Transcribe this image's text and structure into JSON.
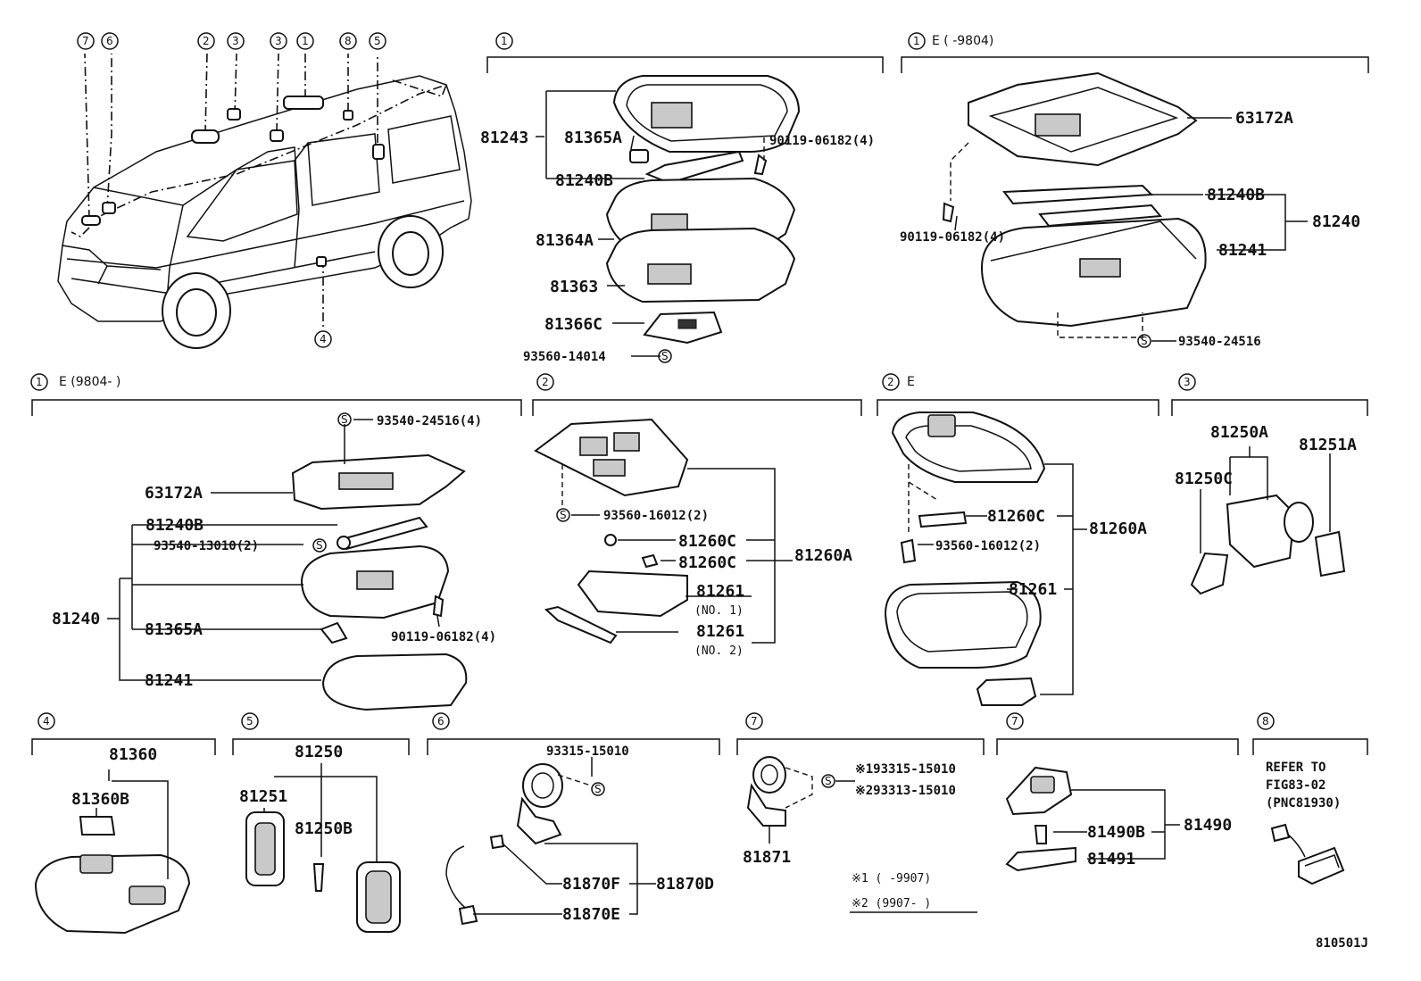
{
  "sections": {
    "s_top_mid": {
      "num": "1",
      "label": ""
    },
    "s_top_right": {
      "num": "1",
      "label": "E (     -9804)"
    },
    "s_mid_1": {
      "num": "1",
      "label": "E (9804-     )"
    },
    "s_mid_2": {
      "num": "2",
      "label": ""
    },
    "s_mid_3": {
      "num": "2",
      "label": "E"
    },
    "s_mid_4": {
      "num": "3",
      "label": ""
    },
    "s_bot_1": {
      "num": "4",
      "label": ""
    },
    "s_bot_2": {
      "num": "5",
      "label": ""
    },
    "s_bot_3": {
      "num": "6",
      "label": ""
    },
    "s_bot_4": {
      "num": "7",
      "label": ""
    },
    "s_bot_5": {
      "num": "7",
      "label": ""
    },
    "s_bot_6": {
      "num": "8",
      "label": ""
    }
  },
  "van_callouts": [
    "7",
    "6",
    "2",
    "3",
    "3",
    "1",
    "8",
    "5",
    "4"
  ],
  "screw_symbol": "S",
  "labels": {
    "p81243": "81243",
    "p81365A_a": "81365A",
    "p90119_a": "90119-06182(4)",
    "p81240B_a": "81240B",
    "p81364A": "81364A",
    "p81363": "81363",
    "p81366C": "81366C",
    "p93560_14014": "93560-14014",
    "p63172A_a": "63172A",
    "p81240B_b": "81240B",
    "p81240_a": "81240",
    "p90119_b": "90119-06182(4)",
    "p81241_a": "81241",
    "p93540_24516_a": "93540-24516",
    "p93540_24516_4": "93540-24516(4)",
    "p63172A_b": "63172A",
    "p81240B_c": "81240B",
    "p93540_13010": "93540-13010(2)",
    "p81240_b": "81240",
    "p81365A_b": "81365A",
    "p90119_c": "90119-06182(4)",
    "p81241_b": "81241",
    "p93560_16012_a": "93560-16012(2)",
    "p81260C_a": "81260C",
    "p81260C_b": "81260C",
    "p81260A_a": "81260A",
    "p81261_no1": "81261",
    "p_no1": "(NO. 1)",
    "p81261_no2": "81261",
    "p_no2": "(NO. 2)",
    "p81260C_c": "81260C",
    "p93560_16012_b": "93560-16012(2)",
    "p81260A_b": "81260A",
    "p81261_c": "81261",
    "p81250A": "81250A",
    "p81251A": "81251A",
    "p81250C": "81250C",
    "p81360": "81360",
    "p81360B": "81360B",
    "p81250": "81250",
    "p81251": "81251",
    "p81250B": "81250B",
    "p93315_a": "93315-15010",
    "p81870F": "81870F",
    "p81870D": "81870D",
    "p81870E": "81870E",
    "p93315_b": "※193315-15010",
    "p93313": "※293313-15010",
    "p81871": "81871",
    "p_note1": "※1 (      -9907)",
    "p_note2": "※2 (9907-      )",
    "p81490B": "81490B",
    "p81490": "81490",
    "p81491": "81491",
    "p_refer1": "REFER TO",
    "p_refer2": "FIG83-02",
    "p_refer3": "(PNC81930)",
    "p_fig": "810501J"
  }
}
